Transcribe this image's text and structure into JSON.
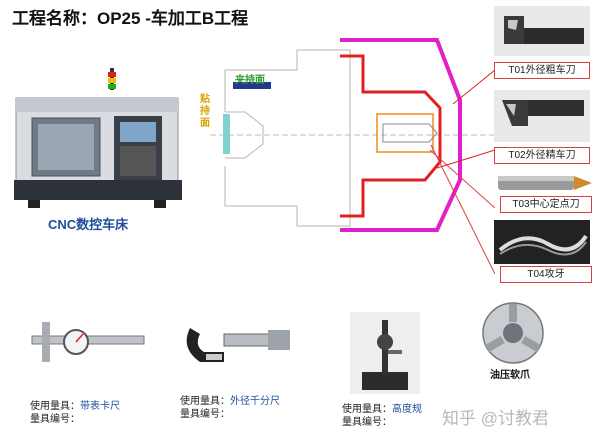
{
  "title": "工程名称：OP25 -车加工B工程",
  "cnc": {
    "caption": "CNC数控车床"
  },
  "fixture": {
    "clamp_face": "夹持面",
    "locating_face": "贴持面"
  },
  "tools": [
    {
      "label": "T01外径粗车刀"
    },
    {
      "label": "T02外径精车刀"
    },
    {
      "label": "T03中心定点刀"
    },
    {
      "label": "T04攻牙"
    }
  ],
  "gauges": [
    {
      "label": "使用量具：",
      "value": "带表卡尺",
      "id_label": "量具编号："
    },
    {
      "label": "使用量具：",
      "value": "外径千分尺",
      "id_label": "量具编号："
    },
    {
      "label": "使用量具：",
      "value": "高度规",
      "id_label": "量具编号："
    }
  ],
  "chuck": {
    "caption": "油压软爪"
  },
  "watermark": "知乎 @讨教君",
  "colors": {
    "contour": "#e020c8",
    "red": "#e02020",
    "annotation": "#1f4e9a",
    "clamp": "#2f9a2f",
    "locate": "#d9a400",
    "tool_border": "#d94040"
  }
}
